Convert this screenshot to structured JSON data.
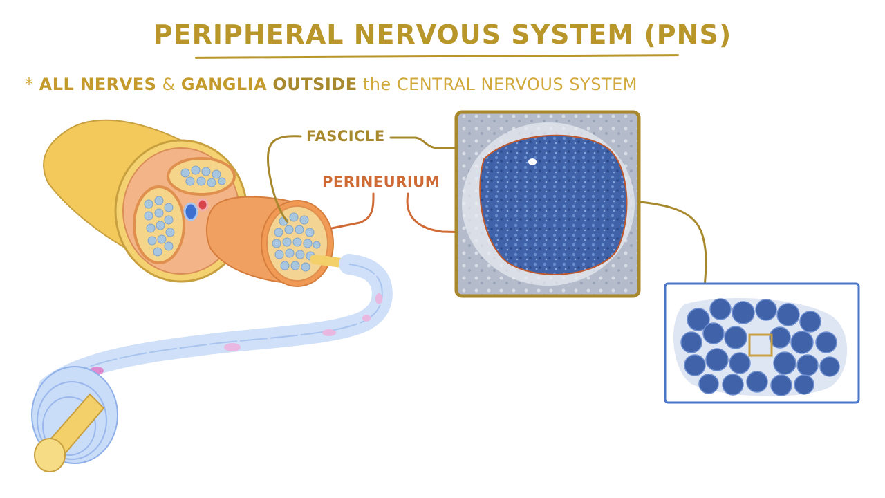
{
  "title": "PERIPHERAL NERVOUS SYSTEM (PNS)",
  "subtitle": {
    "bullet": "*",
    "part1": "ALL NERVES",
    "amp": "&",
    "part2": "GANGLIA",
    "part3": "OUTSIDE",
    "part4": "the",
    "part5": "CENTRAL NERVOUS SYSTEM"
  },
  "labels": {
    "fascicle": "FASCICLE",
    "perineurium": "PERINEURIUM"
  },
  "colors": {
    "title": "#b8962a",
    "fascicle_label": "#a8882c",
    "perineurium_label": "#d06a35",
    "nerve_outer": "#f2c95a",
    "fascicle_orange": "#f0a060",
    "axon_myelin_blue": "#bcd6f5",
    "histology_blue": "#3f62a8",
    "frame_gold": "#a8882c",
    "frame_blue": "#4a76c8"
  }
}
